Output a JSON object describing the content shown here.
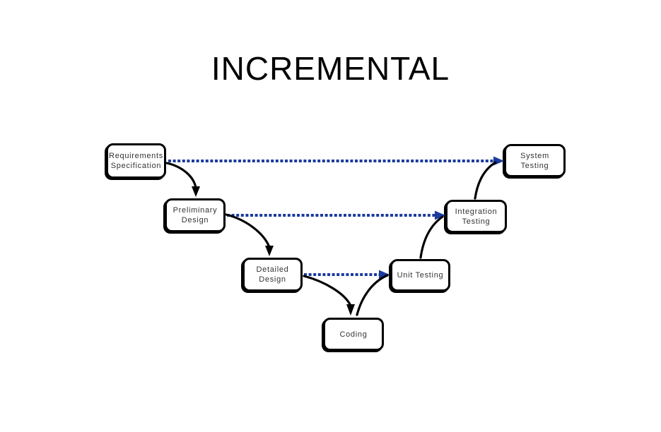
{
  "slide_title": "INCREMENTAL",
  "colors": {
    "background": "#ffffff",
    "title_text": "#000000",
    "box_border": "#000000",
    "box_text": "#333333",
    "dashed_connector_blue": "#1b3a9e",
    "curved_connector_black": "#000000"
  },
  "diagram": {
    "type": "incremental-v-model-flowchart",
    "boxes": {
      "requirements": {
        "line1": "Requirements",
        "line2": "Specification"
      },
      "preliminary": {
        "line1": "Preliminary",
        "line2": "Design"
      },
      "detailed": {
        "line1": "Detailed",
        "line2": "Design"
      },
      "coding": {
        "line1": "Coding"
      },
      "unit": {
        "line1": "Unit Testing"
      },
      "integration": {
        "line1": "Integration",
        "line2": "Testing"
      },
      "system": {
        "line1": "System",
        "line2": "Testing"
      }
    },
    "connections": [
      {
        "from": "requirements",
        "to": "system",
        "style": "blue-dashed-arrow"
      },
      {
        "from": "preliminary",
        "to": "integration",
        "style": "blue-dashed-arrow"
      },
      {
        "from": "detailed",
        "to": "unit",
        "style": "blue-dashed-arrow"
      },
      {
        "from": "requirements",
        "to": "preliminary",
        "style": "black-curved-arrow-down"
      },
      {
        "from": "preliminary",
        "to": "detailed",
        "style": "black-curved-arrow-down"
      },
      {
        "from": "detailed",
        "to": "coding",
        "style": "black-curved-arrow-down"
      },
      {
        "from": "coding",
        "to": "unit",
        "style": "black-curved-line-up"
      },
      {
        "from": "unit",
        "to": "integration",
        "style": "black-curved-line-up"
      },
      {
        "from": "integration",
        "to": "system",
        "style": "black-curved-line-up"
      }
    ]
  }
}
